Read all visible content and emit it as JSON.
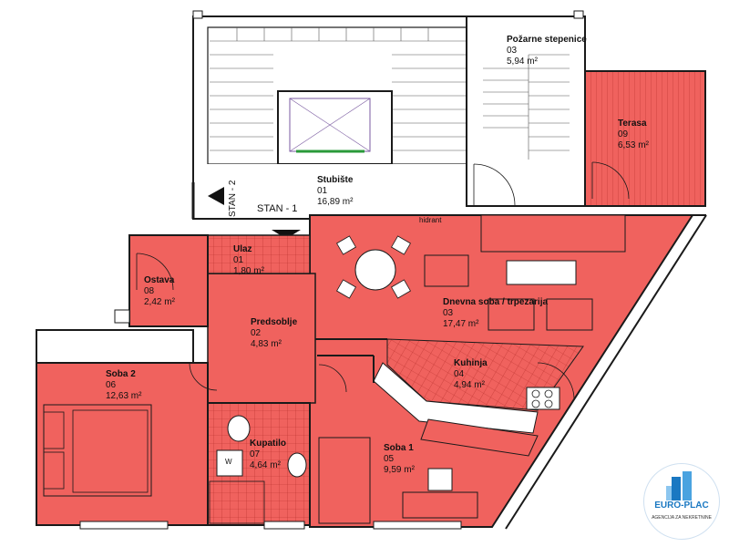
{
  "rooms": [
    {
      "name": "Stubište",
      "number": "01",
      "area": "16,89 m²"
    },
    {
      "name": "Požarne stepenice",
      "number": "03",
      "area": "5,94 m²"
    },
    {
      "name": "Terasa",
      "number": "09",
      "area": "6,53 m²"
    },
    {
      "name": "Ulaz",
      "number": "01",
      "area": "1,80 m²"
    },
    {
      "name": "Ostava",
      "number": "08",
      "area": "2,42 m²"
    },
    {
      "name": "Predsoblje",
      "number": "02",
      "area": "4,83 m²"
    },
    {
      "name": "Dnevna soba / trpezarija",
      "number": "03",
      "area": "17,47 m²"
    },
    {
      "name": "Kuhinja",
      "number": "04",
      "area": "4,94 m²"
    },
    {
      "name": "Soba 2",
      "number": "06",
      "area": "12,63 m²"
    },
    {
      "name": "Kupatilo",
      "number": "07",
      "area": "4,64 m²"
    },
    {
      "name": "Soba 1",
      "number": "05",
      "area": "9,59 m²"
    }
  ],
  "markers": {
    "stan2": "STAN - 2",
    "stan1": "STAN - 1",
    "hidrant": "hidrant",
    "washer": "W"
  },
  "logo": {
    "name": "EURO-PLAC",
    "tagline": "AGENCIJA ZA NEKRETNINE"
  },
  "colors": {
    "room_fill": "#f0625e",
    "wall": "#1a1a1a",
    "tile_grid": "#c23a36",
    "logo_accent": "#1a78c2"
  }
}
